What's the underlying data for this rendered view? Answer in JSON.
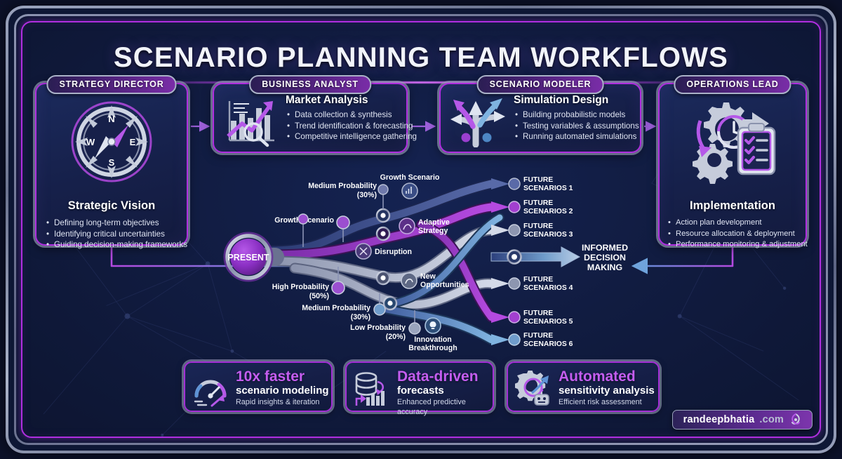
{
  "header": {
    "title": "SCENARIO PLANNING TEAM WORKFLOWS"
  },
  "roles": [
    {
      "badge": "STRATEGY DIRECTOR",
      "icon": "compass-icon",
      "heading": "Strategic Vision",
      "bullets": [
        "Defining long-term objectives",
        "Identifying critical uncertainties",
        "Guiding decision-making frameworks"
      ]
    },
    {
      "badge": "BUSINESS ANALYST",
      "icon": "bar-chart-growth-magnifier-icon",
      "heading": "Market Analysis",
      "bullets": [
        "Data collection & synthesis",
        "Trend identification & forecasting",
        "Competitive intelligence gathering"
      ]
    },
    {
      "badge": "SCENARIO MODELER",
      "icon": "branching-arrows-icon",
      "heading": "Simulation Design",
      "bullets": [
        "Building probabilistic models",
        "Testing variables & assumptions",
        "Running automated simulations"
      ]
    },
    {
      "badge": "OPERATIONS LEAD",
      "icon": "gears-clock-checklist-icon",
      "heading": "Implementation",
      "bullets": [
        "Action plan development",
        "Resource allocation & deployment",
        "Performance monitoring & adjustment"
      ]
    }
  ],
  "flow": {
    "origin_label": "PRESENT",
    "outcome_label_lines": [
      "INFORMED",
      "DECISION",
      "MAKING"
    ],
    "probabilities": [
      {
        "name": "Medium Probability",
        "value": "(30%)",
        "percent": 30,
        "color": "#6f79ab"
      },
      {
        "name": "High Probability",
        "value": "(50%)",
        "percent": 50,
        "color": "#9b4fd0"
      },
      {
        "name": "Medium Probability",
        "value": "(30%)",
        "percent": 30,
        "color": "#6f9ccb"
      },
      {
        "name": "Low Probability",
        "value": "(20%)",
        "percent": 20,
        "color": "#9aa4bd"
      }
    ],
    "scenario_nodes": [
      {
        "label": "Growth Scenario",
        "icon": "growth-chart-icon",
        "color": "#7f55c8"
      },
      {
        "label": "Growth Scenario",
        "icon": "growth-dot-icon",
        "color": "#9b4fd0"
      },
      {
        "label": "Adaptive Strategy",
        "icon": "adaptive-strategy-icon",
        "color": "#9a4fd2"
      },
      {
        "label": "Disruption",
        "icon": "disruption-icon",
        "color": "#8a5ec8"
      },
      {
        "label": "New Opportunities",
        "icon": "new-opportunities-icon",
        "color": "#9aa4bd"
      },
      {
        "label": "Innovation Breakthrough",
        "icon": "lightbulb-icon",
        "color": "#6f9ccb"
      }
    ],
    "future_scenarios": [
      {
        "line1": "FUTURE",
        "line2": "SCENARIOS 1",
        "color": "#5a6aa8"
      },
      {
        "line1": "FUTURE",
        "line2": "SCENARIOS 2",
        "color": "#a23fd0"
      },
      {
        "line1": "FUTURE",
        "line2": "SCENARIOS 3",
        "color": "#9aa4bd"
      },
      {
        "line1": "FUTURE",
        "line2": "SCENARIOS 4",
        "color": "#9aa4bd"
      },
      {
        "line1": "FUTURE",
        "line2": "SCENARIOS 5",
        "color": "#a23fd0"
      },
      {
        "line1": "FUTURE",
        "line2": "SCENARIOS 6",
        "color": "#6f9ccb"
      }
    ]
  },
  "metrics": [
    {
      "icon": "speedometer-icon",
      "big": "10x faster",
      "sub": "scenario modeling",
      "note": "Rapid insights & iteration"
    },
    {
      "icon": "database-chart-icon",
      "big": "Data-driven",
      "sub": "forecasts",
      "note": "Enhanced predictive accuracy"
    },
    {
      "icon": "gear-robot-icon",
      "big": "Automated",
      "sub": "sensitivity analysis",
      "note": "Efficient risk assessment"
    }
  ],
  "footer": {
    "brand_name": "randeepbhatia",
    "brand_tld": ".com",
    "logo_icon": "swirl-logo-icon"
  },
  "colors": {
    "accent_purple": "#b02ee0",
    "accent_magenta": "#c45df0",
    "silver": "#aab2c8",
    "background": "#0d1531",
    "blue": "#6f9ccb"
  }
}
